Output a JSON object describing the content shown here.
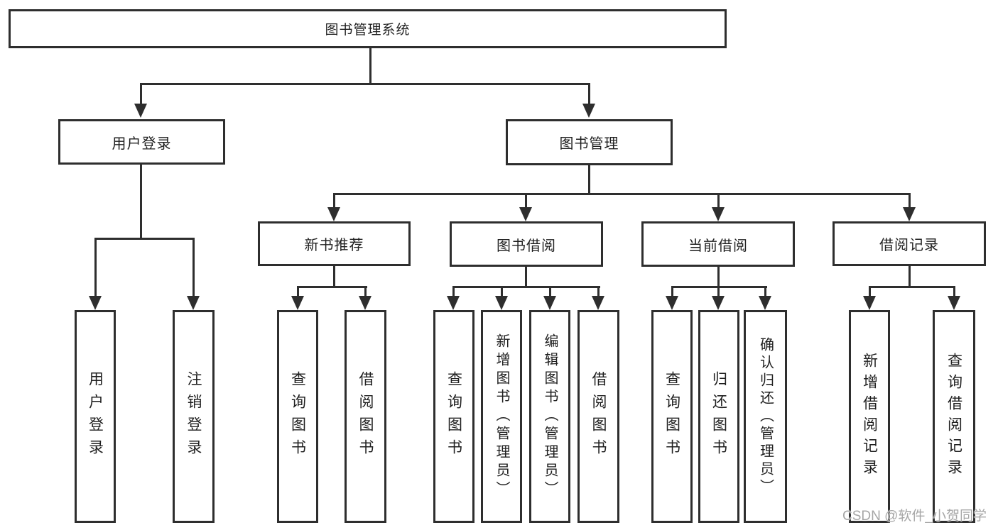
{
  "diagram_type": "hierarchy-tree",
  "colors": {
    "line": "#2e2e2e",
    "text": "#1f1f1f",
    "background": "#ffffff",
    "watermark_text_color": "#a6a6a6"
  },
  "watermark": "CSDN @软件_小贺同学",
  "tree": {
    "label": "图书管理系统",
    "children": [
      {
        "label": "用户登录",
        "children": [
          {
            "label": "用户登录"
          },
          {
            "label": "注销登录"
          }
        ]
      },
      {
        "label": "图书管理",
        "children": [
          {
            "label": "新书推荐",
            "children": [
              {
                "label": "查询图书"
              },
              {
                "label": "借阅图书"
              }
            ]
          },
          {
            "label": "图书借阅",
            "children": [
              {
                "label": "查询图书"
              },
              {
                "label": "新增图书（管理员）"
              },
              {
                "label": "编辑图书（管理员）"
              },
              {
                "label": "借阅图书"
              }
            ]
          },
          {
            "label": "当前借阅",
            "children": [
              {
                "label": "查询图书"
              },
              {
                "label": "归还图书"
              },
              {
                "label": "确认归还（管理员）"
              }
            ]
          },
          {
            "label": "借阅记录",
            "children": [
              {
                "label": "新增借阅记录"
              },
              {
                "label": "查询借阅记录"
              }
            ]
          }
        ]
      }
    ]
  }
}
